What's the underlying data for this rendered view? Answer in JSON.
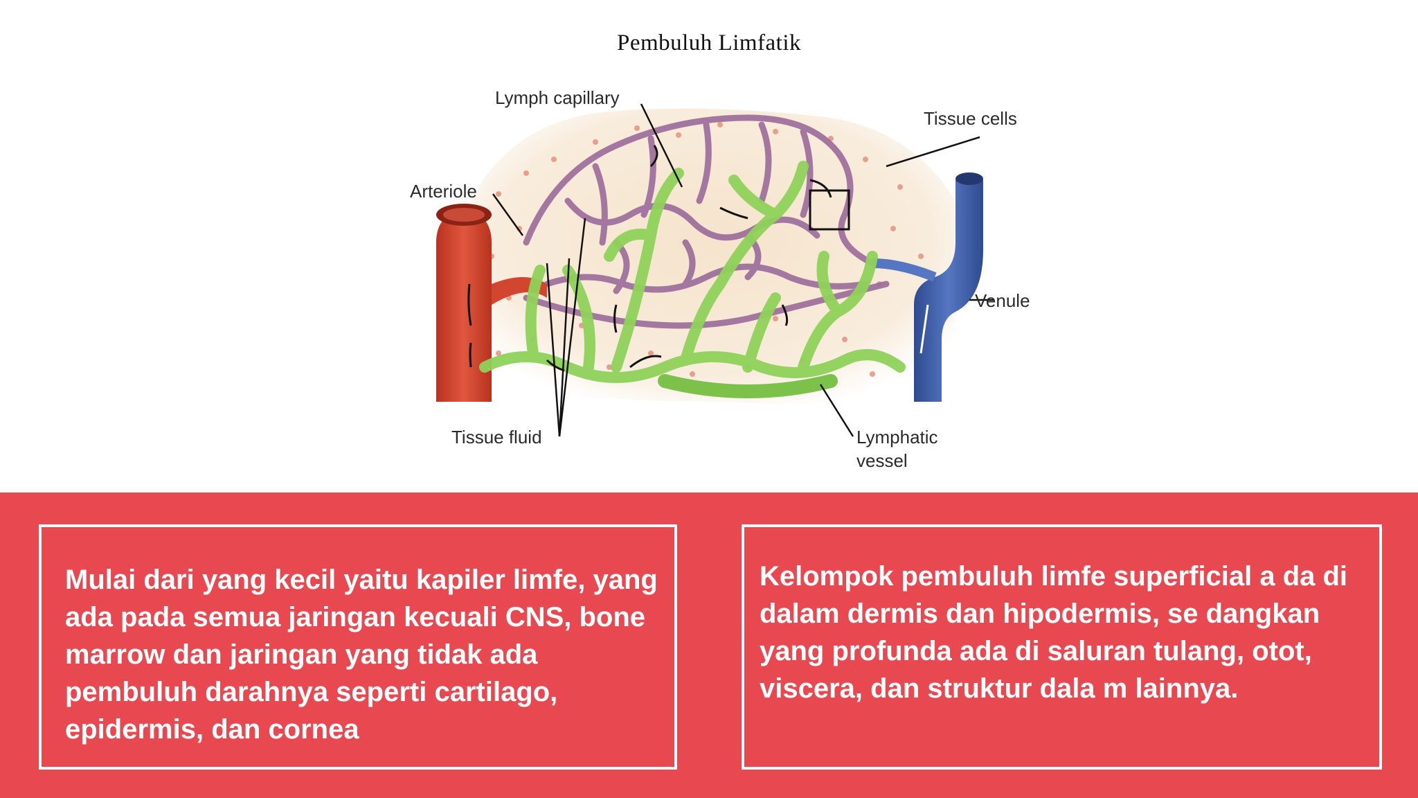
{
  "title": "Pembuluh Limfatik",
  "diagram": {
    "labels": {
      "lymph_capillary": "Lymph capillary",
      "tissue_cells": "Tissue cells",
      "arteriole": "Arteriole",
      "venule": "Venule",
      "tissue_fluid": "Tissue fluid",
      "lymphatic_vessel_line1": "Lymphatic",
      "lymphatic_vessel_line2": "vessel"
    },
    "colors": {
      "arteriole": "#d2452f",
      "venule": "#3f5fa8",
      "capillary_network": "#9a6b9a",
      "lymph": "#8fd25a",
      "tissue_background": "#f6e4cc",
      "cell_nucleus": "#e07a6a"
    }
  },
  "panel": {
    "background": "#e84950",
    "left_text": "Mulai dari yang kecil yaitu kapiler limfe, yang ada pada semua jaringan kecuali CNS, bone marrow dan jaringan yang tidak ada pembuluh darahnya seperti cartilago, epidermis, dan cornea",
    "right_text": "Kelompok pembuluh limfe superficial a da di dalam dermis dan hipodermis, se dangkan yang profunda ada di saluran tulang, otot, viscera, dan struktur dala m lainnya."
  }
}
